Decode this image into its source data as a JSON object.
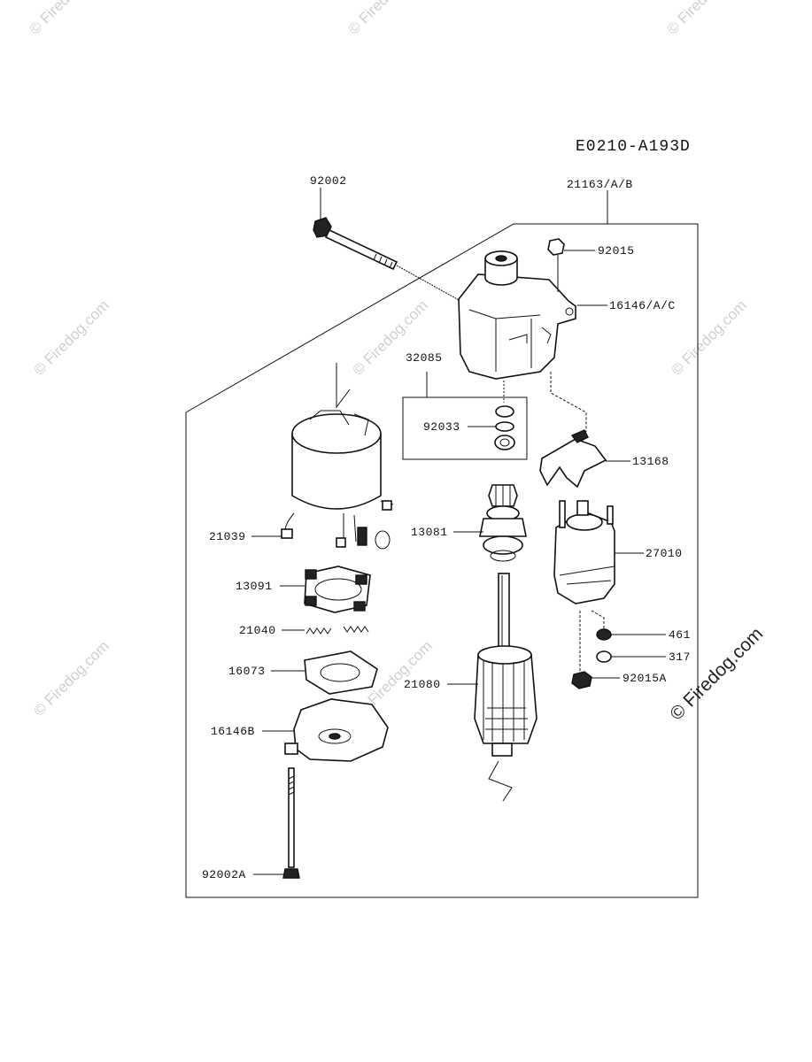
{
  "diagram_code": "E0210-A193D",
  "labels": {
    "p92002": "92002",
    "p21163": "21163/A/B",
    "p92015": "92015",
    "p16146": "16146/A/C",
    "p32085": "32085",
    "p92033": "92033",
    "p13168": "13168",
    "p21039": "21039",
    "p13081": "13081",
    "p27010": "27010",
    "p13091": "13091",
    "p21040": "21040",
    "p461": "461",
    "p317": "317",
    "p16073": "16073",
    "p21080": "21080",
    "p92015A": "92015A",
    "p16146B": "16146B",
    "p92002A": "92002A"
  },
  "watermark": "© Firedog.com"
}
